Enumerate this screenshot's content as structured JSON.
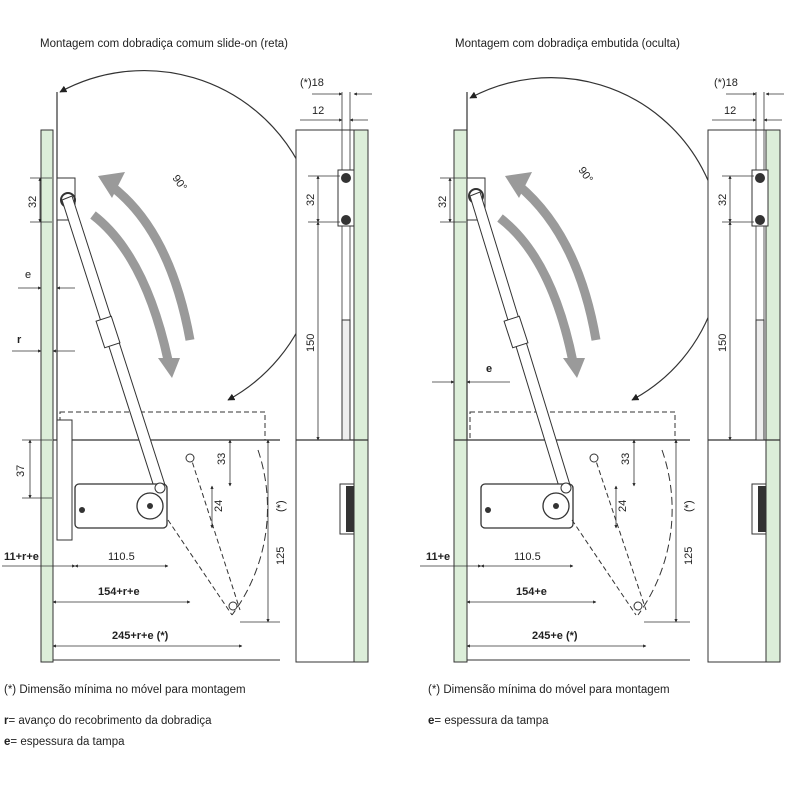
{
  "left_panel": {
    "title": "Montagem com dobradiça comum slide-on (reta)",
    "labels": {
      "angle": "90°",
      "d32": "32",
      "e": "e",
      "r": "r",
      "d37": "37",
      "d33": "33",
      "d24": "24",
      "d125": "125",
      "d125_note": "(*)",
      "d11": "11+r+e",
      "d110": "110.5",
      "d154": "154+r+e",
      "d245": "245+r+e (*)"
    },
    "side": {
      "d18": "(*)18",
      "d12": "12",
      "d32": "32",
      "d150": "150"
    }
  },
  "right_panel": {
    "title": "Montagem com dobradiça embutida (oculta)",
    "labels": {
      "angle": "90°",
      "d32": "32",
      "e": "e",
      "d33": "33",
      "d24": "24",
      "d125": "125",
      "d125_note": "(*)",
      "d11": "11+e",
      "d110": "110.5",
      "d154": "154+e",
      "d245": "245+e (*)"
    },
    "side": {
      "d18": "(*)18",
      "d12": "12",
      "d32": "32",
      "d150": "150"
    }
  },
  "notes_left": {
    "line1": "(*) Dimensão mínima no móvel para montagem",
    "line2_key": "r",
    "line2_text": "= avanço do recobrimento da dobradiça",
    "line3_key": "e",
    "line3_text": "= espessura da tampa"
  },
  "notes_right": {
    "line1": "(*) Dimensão mínima do móvel para montagem",
    "line2_key": "e",
    "line2_text": "= espessura da tampa"
  },
  "colors": {
    "panel": "#dceed9",
    "arrow": "#9a9a9a",
    "line": "#333333"
  }
}
